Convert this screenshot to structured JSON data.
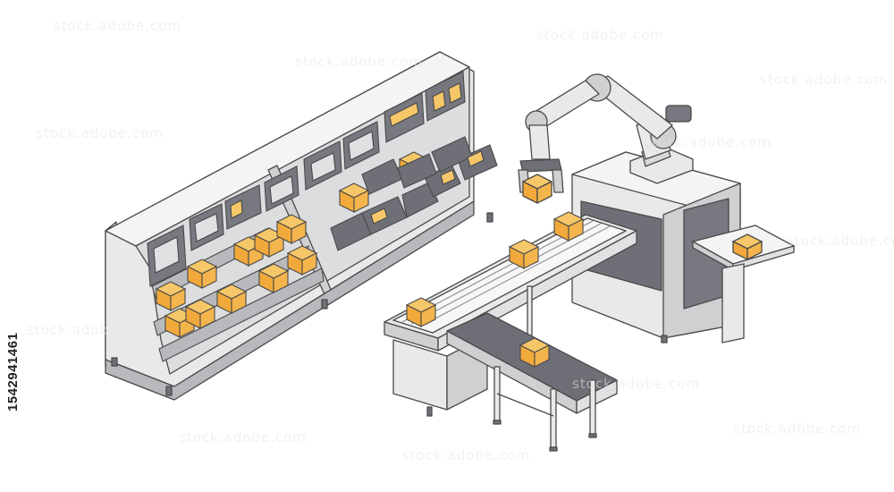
{
  "image": {
    "stock_id": "1542941461",
    "watermark_text": "stock.adobe.com"
  },
  "colors": {
    "outline": "#4a4a4a",
    "panel_light": "#e9e9ea",
    "panel_mid": "#cfd0d2",
    "panel_dark": "#6f7077",
    "screen": "#777880",
    "box_top": "#f6c768",
    "box_side": "#f0a93a",
    "belt": "#6e6f76"
  },
  "scene": {
    "shelving": "storage-shelf-unit",
    "robot": "robotic-arm",
    "machine": "packaging-machine",
    "conveyor_upper": "upper-conveyor-belt",
    "conveyor_lower": "lower-conveyor-belt",
    "side_table": "side-table"
  }
}
